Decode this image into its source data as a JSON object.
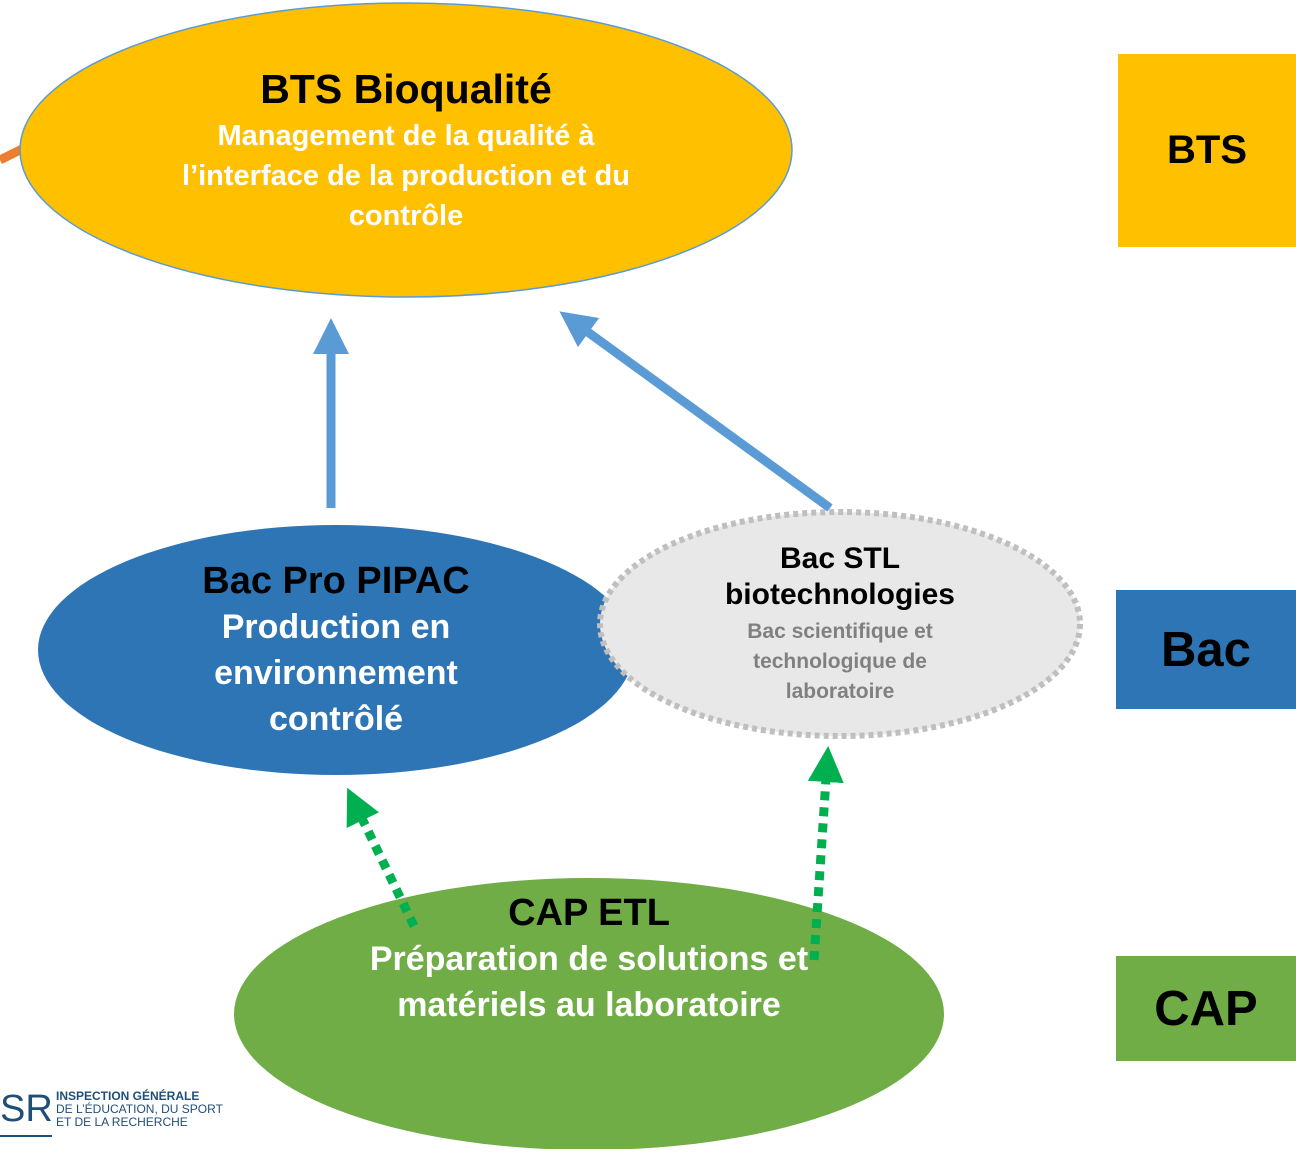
{
  "nodes": {
    "bts": {
      "title": "BTS Bioqualité",
      "subtitle": "Management de la qualité à l’interface de la production et du contrôle",
      "color": "#ffc000"
    },
    "bac_pro": {
      "title": "Bac Pro PIPAC",
      "subtitle": "Production en environnement contrôlé",
      "color": "#2e75b6"
    },
    "bac_stl": {
      "title": "Bac STL biotechnologies",
      "subtitle": "Bac scientifique et technologique de laboratoire",
      "color": "#e8e8e8"
    },
    "cap": {
      "title": "CAP ETL",
      "subtitle": "Préparation de solutions et matériels au laboratoire",
      "color": "#70ad47"
    }
  },
  "edges": [
    {
      "from": "bac_pro",
      "to": "bts",
      "style": "solid",
      "color": "#5b9bd5"
    },
    {
      "from": "bac_stl",
      "to": "bts",
      "style": "solid",
      "color": "#5b9bd5"
    },
    {
      "from": "cap",
      "to": "bac_pro",
      "style": "dotted",
      "color": "#00b050"
    },
    {
      "from": "cap",
      "to": "bac_stl",
      "style": "dotted",
      "color": "#00b050"
    }
  ],
  "levels": {
    "bts": {
      "label": "BTS",
      "color": "#ffc000"
    },
    "bac": {
      "label": "Bac",
      "color": "#2e75b6"
    },
    "cap": {
      "label": "CAP",
      "color": "#70ad47"
    }
  },
  "logo": {
    "mark": "SR",
    "line1": "INSPECTION GÉNÉRALE",
    "line2": "DE L’ÉDUCATION, DU SPORT",
    "line3": "ET DE LA RECHERCHE"
  }
}
